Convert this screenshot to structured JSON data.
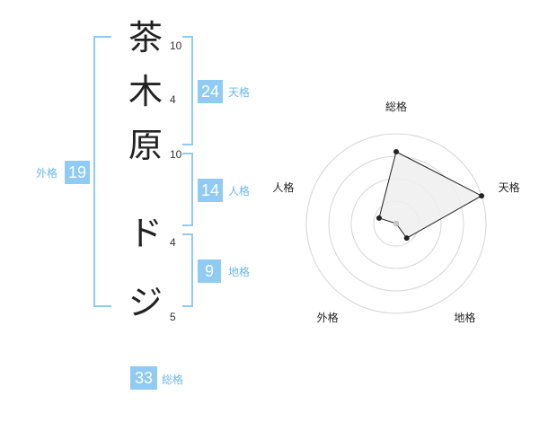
{
  "name_chars": [
    {
      "char": "茶",
      "strokes": "10"
    },
    {
      "char": "木",
      "strokes": "4"
    },
    {
      "char": "原",
      "strokes": "10"
    },
    {
      "char": "ド",
      "strokes": "4"
    },
    {
      "char": "ジ",
      "strokes": "5"
    }
  ],
  "kakusu": {
    "tenkaku": {
      "value": "24",
      "label": "天格"
    },
    "jinkaku": {
      "value": "14",
      "label": "人格"
    },
    "chikaku": {
      "value": "9",
      "label": "地格"
    },
    "gaikaku": {
      "value": "19",
      "label": "外格"
    },
    "soukaku": {
      "value": "33",
      "label": "総格"
    }
  },
  "colors": {
    "accent": "#8fcbf3",
    "label": "#6bb8ea"
  },
  "chart_data": {
    "type": "radar",
    "axes": [
      "総格",
      "天格",
      "地格",
      "外格",
      "人格"
    ],
    "values": [
      4,
      5,
      1,
      0,
      1
    ],
    "range": [
      0,
      5
    ],
    "rings": 4,
    "grid": true
  }
}
